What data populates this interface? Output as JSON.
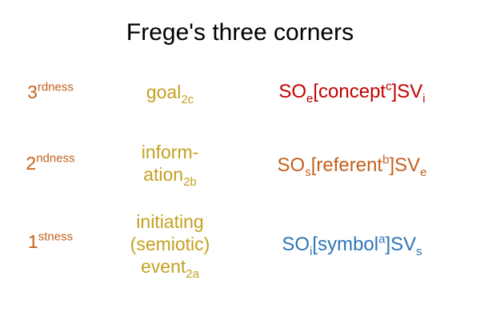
{
  "title": "Frege's three corners",
  "colors": {
    "title": "#000000",
    "ness_labels": "#c4601c",
    "middle_column": "#c4a020",
    "concept_row": "#c00000",
    "referent_row": "#c4601c",
    "symbol_row": "#2e75b6"
  },
  "rows": {
    "third": {
      "ness_num": "3",
      "ness_sup": "rdness",
      "middle_lines": [
        "goal"
      ],
      "middle_sub": "2c",
      "sem": {
        "pre": "SO",
        "pre_sub": "e",
        "open": "[concept",
        "sup": "c",
        "close": "]SV",
        "post_sub": "i"
      }
    },
    "second": {
      "ness_num": "2",
      "ness_sup": "ndness",
      "middle_lines": [
        "inform-",
        "ation"
      ],
      "middle_sub": "2b",
      "sem": {
        "pre": "SO",
        "pre_sub": "s",
        "open": "[referent",
        "sup": "b",
        "close": "]SV",
        "post_sub": "e"
      }
    },
    "first": {
      "ness_num": "1",
      "ness_sup": "stness",
      "middle_lines": [
        "initiating",
        "(semiotic)",
        "event"
      ],
      "middle_sub": "2a",
      "sem": {
        "pre": "SO",
        "pre_sub": "i",
        "open": "[symbol",
        "sup": "a",
        "close": "]SV",
        "post_sub": "s"
      }
    }
  }
}
